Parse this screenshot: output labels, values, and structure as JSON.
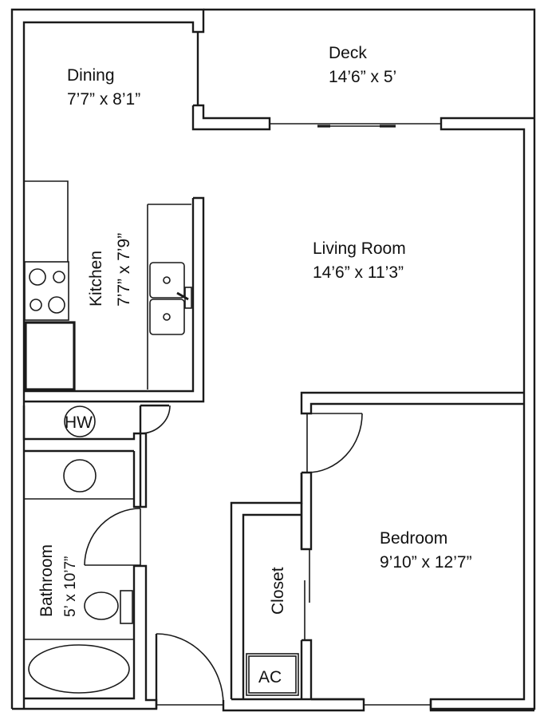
{
  "floor_plan": {
    "rooms": {
      "dining": {
        "name": "Dining",
        "dims": "7’7” x 8’1”"
      },
      "deck": {
        "name": "Deck",
        "dims": "14’6” x 5’"
      },
      "kitchen": {
        "name": "Kitchen",
        "dims": "7’7” x 7’9”"
      },
      "living_room": {
        "name": "Living Room",
        "dims": "14’6” x 11’3”"
      },
      "bathroom": {
        "name": "Bathroom",
        "dims": "5’ x 10’7”"
      },
      "closet": {
        "name": "Closet"
      },
      "bedroom": {
        "name": "Bedroom",
        "dims": "9’10” x 12’7”"
      }
    },
    "fixtures": {
      "water_heater": "HW",
      "air_conditioner": "AC"
    },
    "colors": {
      "line": "#1a1a1a",
      "background": "#ffffff"
    }
  }
}
